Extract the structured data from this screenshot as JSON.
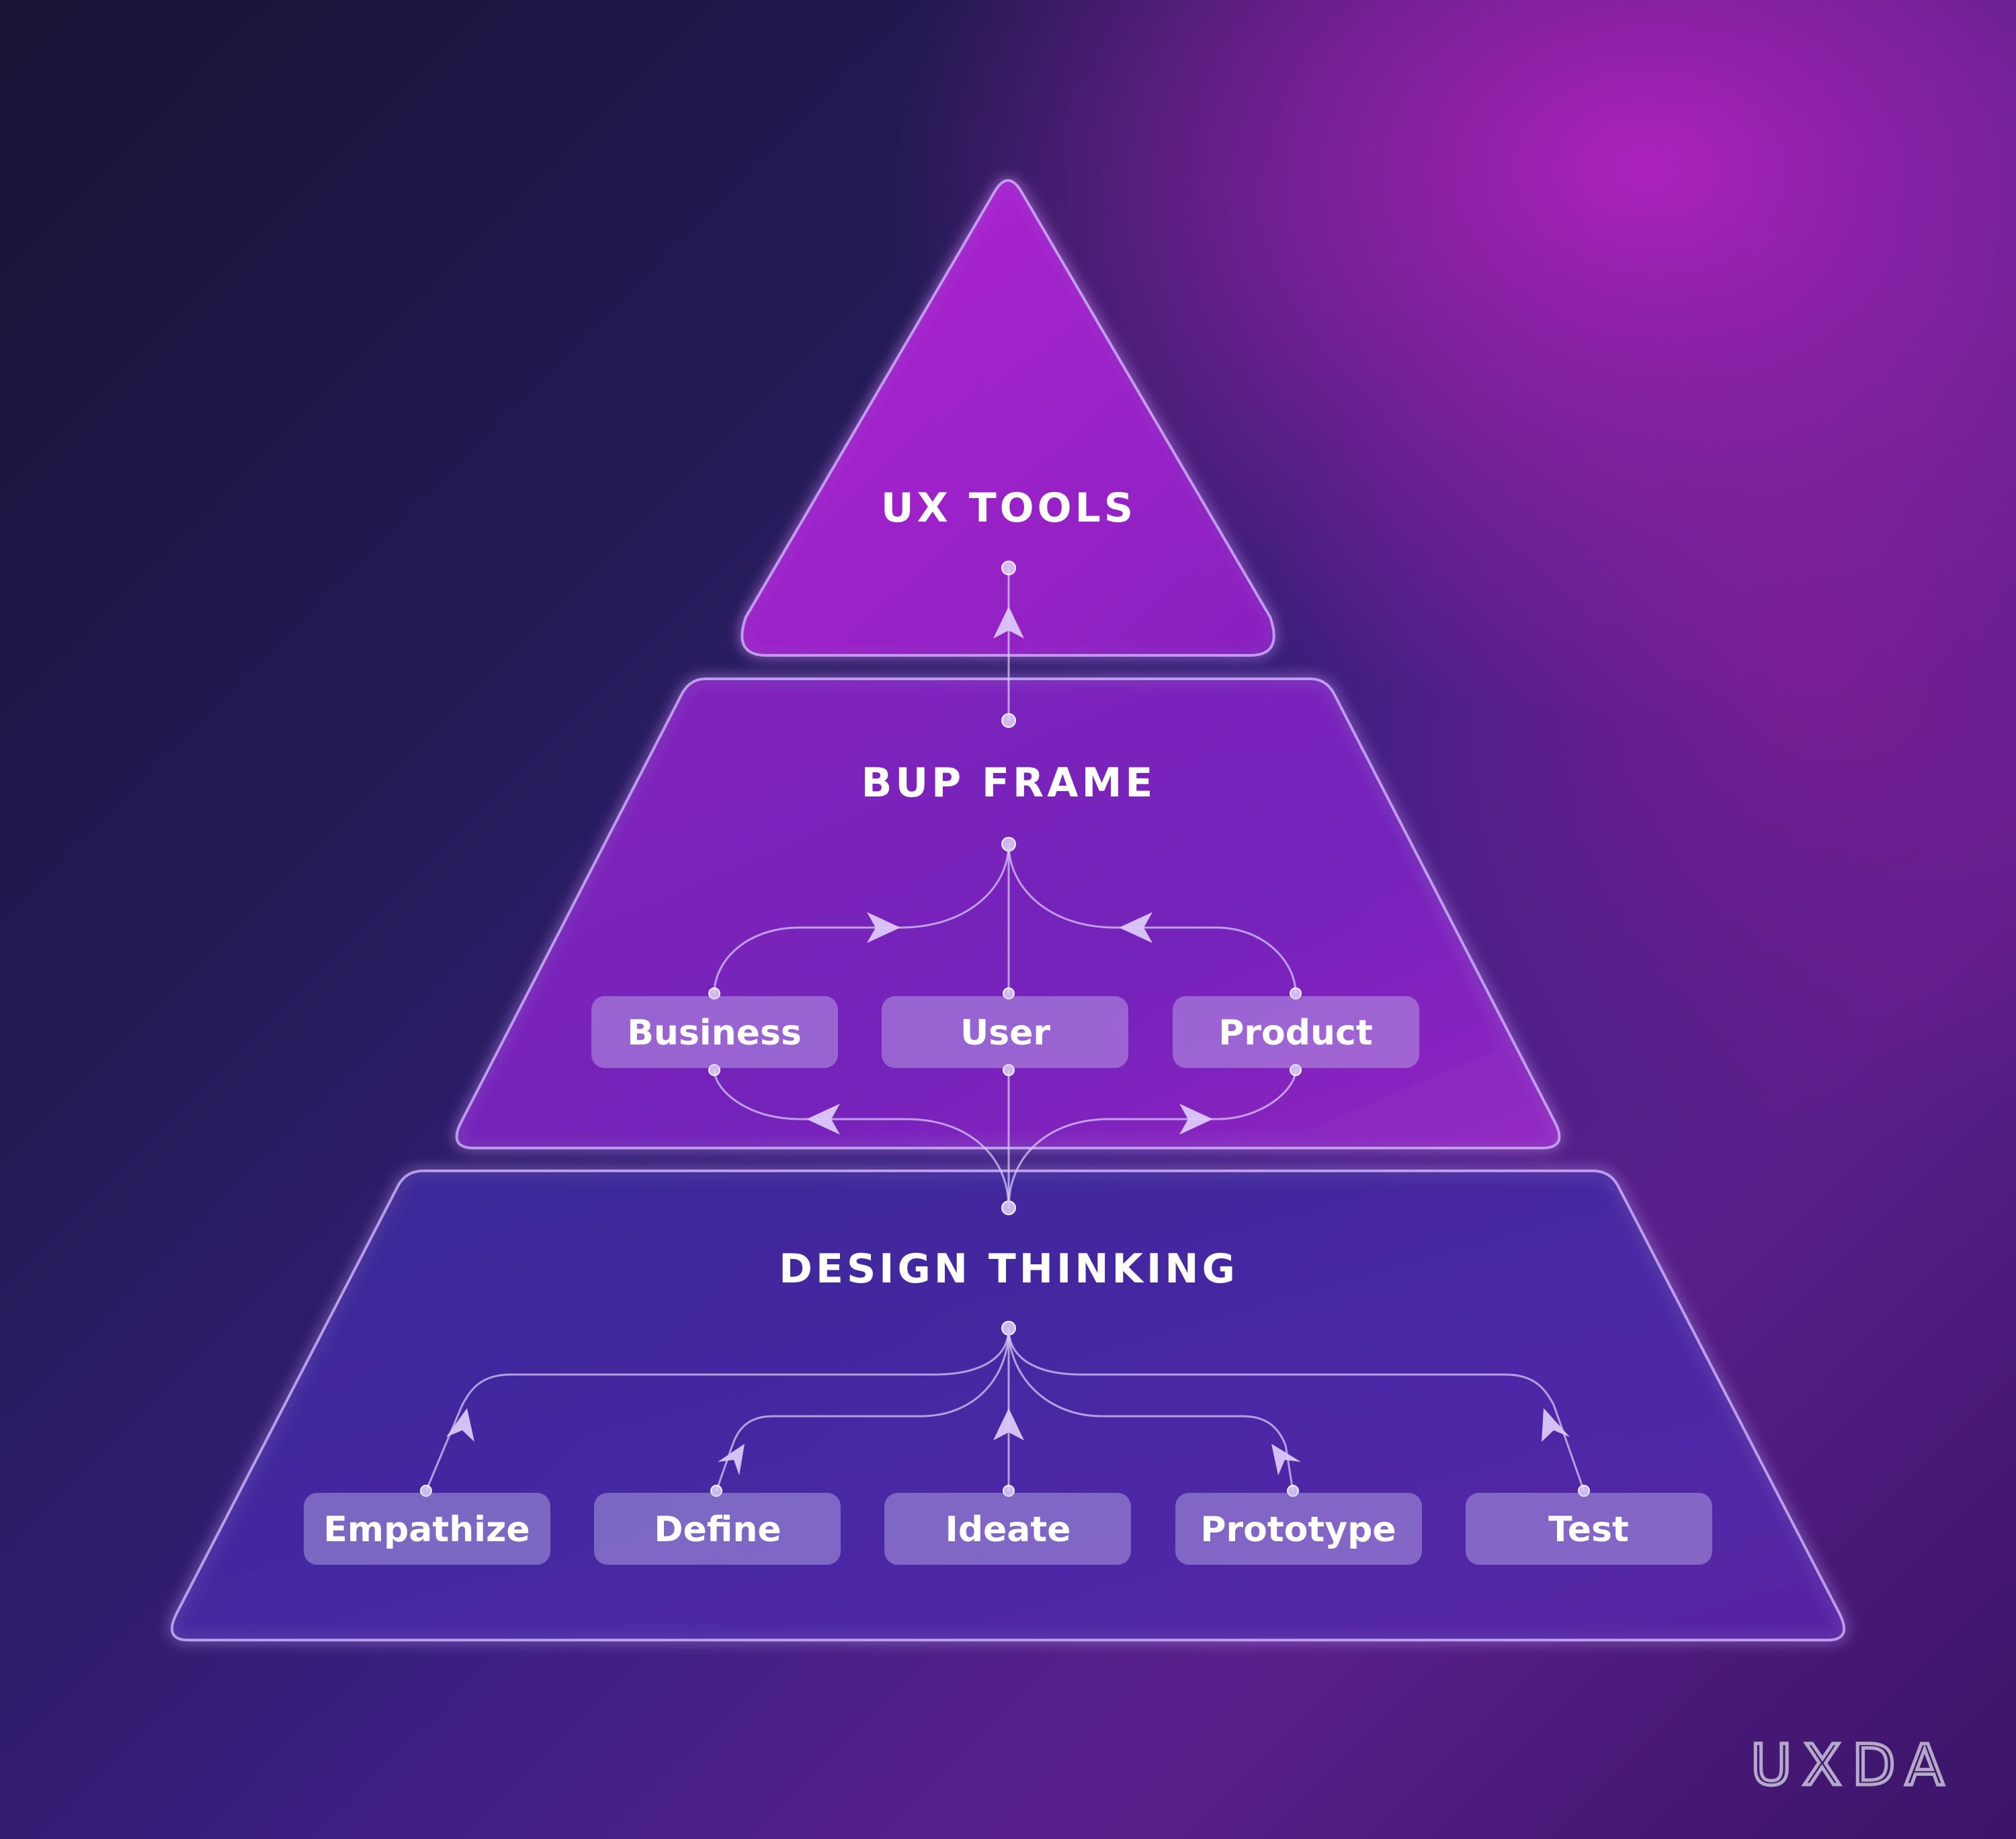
{
  "tiers": {
    "top": {
      "title": "UX TOOLS"
    },
    "middle": {
      "title": "BUP FRAME",
      "items": [
        "Business",
        "User",
        "Product"
      ]
    },
    "bottom": {
      "title": "DESIGN THINKING",
      "items": [
        "Empathize",
        "Define",
        "Ideate",
        "Prototype",
        "Test"
      ]
    }
  },
  "brand": {
    "logo": "UXDA"
  },
  "colors": {
    "tier_outline": "#d9b8ff",
    "chip_fill": "#b9a8e8",
    "accent_magenta": "#b822be",
    "background_dark": "#1a1335"
  }
}
